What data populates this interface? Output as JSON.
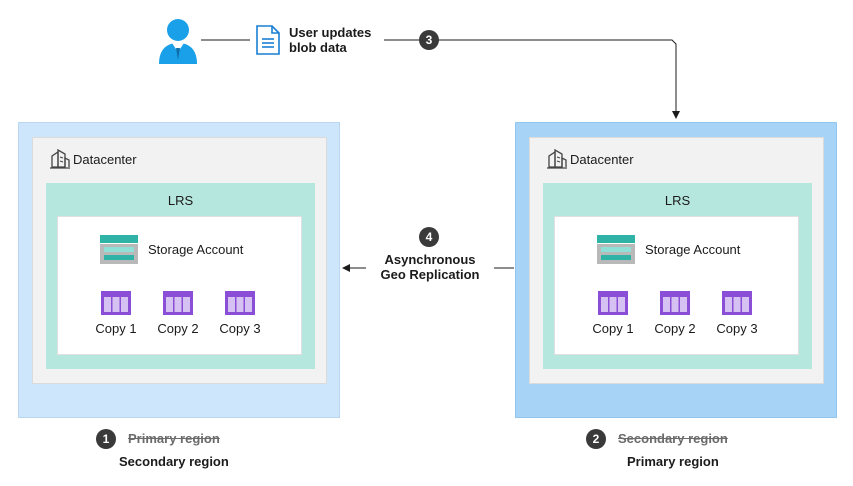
{
  "user_action": {
    "line1": "User updates",
    "line2": "blob data",
    "step": "3"
  },
  "replication": {
    "step": "4",
    "line1": "Asynchronous",
    "line2": "Geo Replication"
  },
  "left_region": {
    "step": "1",
    "struck_label": "Primary region",
    "label": "Secondary region",
    "datacenter": "Datacenter",
    "lrs": "LRS",
    "storage_account": "Storage Account",
    "copies": [
      "Copy 1",
      "Copy 2",
      "Copy 3"
    ]
  },
  "right_region": {
    "step": "2",
    "struck_label": "Secondary region",
    "label": "Primary region",
    "datacenter": "Datacenter",
    "lrs": "LRS",
    "storage_account": "Storage Account",
    "copies": [
      "Copy 1",
      "Copy 2",
      "Copy 3"
    ]
  },
  "colors": {
    "left_region_bg": "#cde6fb",
    "right_region_bg": "#a7d3f7",
    "lrs_bg": "#b6e7df",
    "copy_icon": "#8a4fd6",
    "storage_icon": "#2fb3a6",
    "user_icon": "#1aa0e8"
  },
  "icons": {
    "user": "user-icon",
    "document": "document-icon",
    "datacenter": "datacenter-icon",
    "storage": "storage-account-icon",
    "copy": "storage-copy-icon"
  }
}
